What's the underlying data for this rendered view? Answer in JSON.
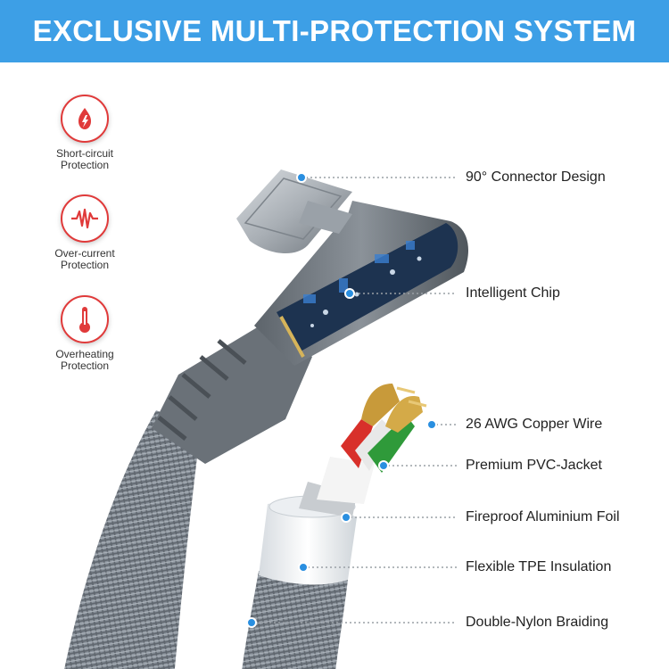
{
  "banner": {
    "title": "EXCLUSIVE MULTI-PROTECTION SYSTEM"
  },
  "protections": [
    {
      "icon": "short-circuit-icon",
      "line1": "Short-circuit",
      "line2": "Protection"
    },
    {
      "icon": "over-current-icon",
      "line1": "Over-current",
      "line2": "Protection"
    },
    {
      "icon": "thermometer-icon",
      "line1": "Overheating",
      "line2": "Protection"
    }
  ],
  "callouts": {
    "connector": "90° Connector Design",
    "chip": "Intelligent Chip",
    "copper": "26 AWG Copper Wire",
    "pvc": "Premium PVC-Jacket",
    "foil": "Fireproof Aluminium Foil",
    "tpe": "Flexible TPE Insulation",
    "braid": "Double-Nylon Braiding"
  },
  "colors": {
    "banner": "#3d9fe6",
    "icon_red": "#e03a3a",
    "dot_blue": "#2a8fe0",
    "braid": "#8a929b"
  }
}
